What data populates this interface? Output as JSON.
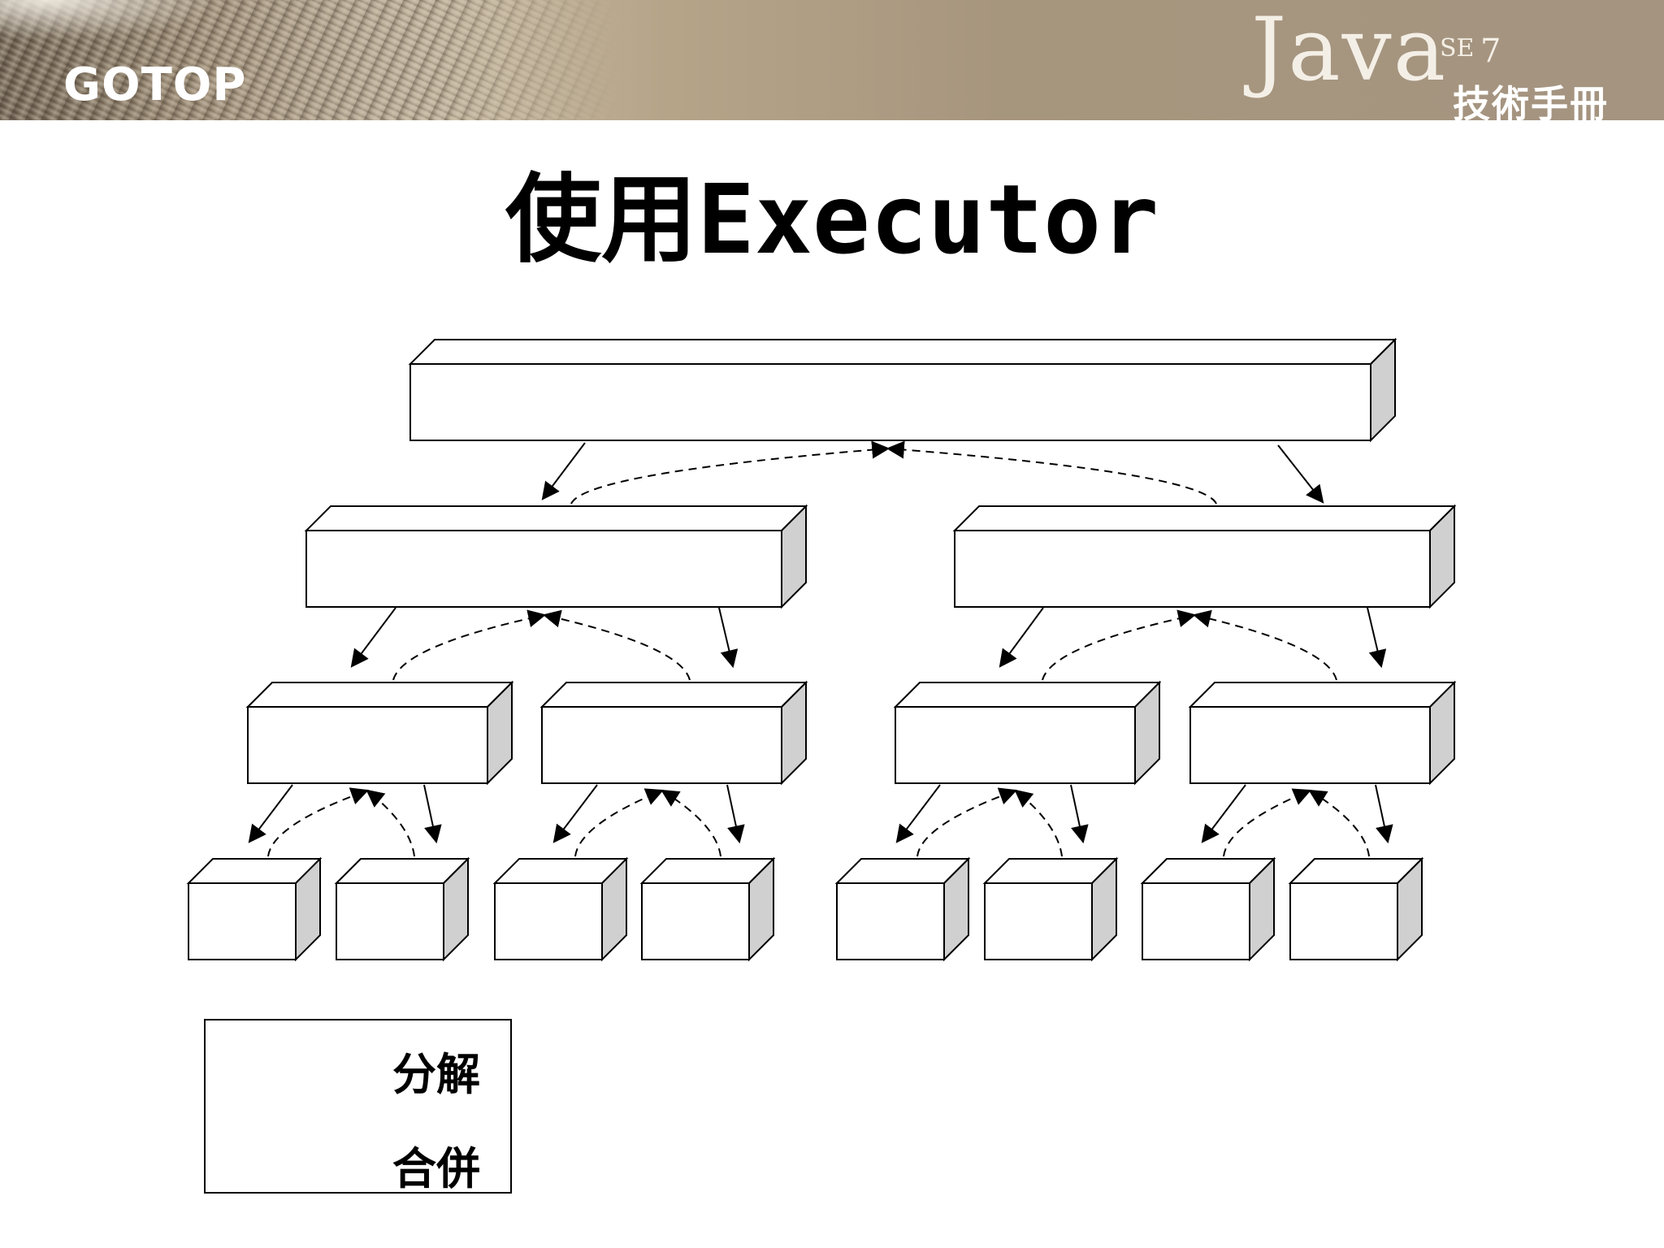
{
  "header": {
    "publisher_logo": "GOTOP",
    "book_logo": {
      "main": "Java",
      "edition_prefix": "SE",
      "edition_number": "7",
      "subtitle": "技術手冊"
    }
  },
  "slide": {
    "title_cjk": "使用",
    "title_code": "Executor"
  },
  "diagram": {
    "levels": [
      {
        "level": 0,
        "boxes": 1
      },
      {
        "level": 1,
        "boxes": 2
      },
      {
        "level": 2,
        "boxes": 4
      },
      {
        "level": 3,
        "boxes": 8
      }
    ],
    "solid_arrow_meaning": "分解",
    "dashed_arrow_meaning": "合併"
  },
  "legend": {
    "items": [
      {
        "style": "solid",
        "label": "分解"
      },
      {
        "style": "dashed",
        "label": "合併"
      }
    ]
  },
  "colors": {
    "box_front": "#ffffff",
    "box_top": "#ffffff",
    "box_side": "#d0d0d0",
    "stroke": "#000000"
  }
}
